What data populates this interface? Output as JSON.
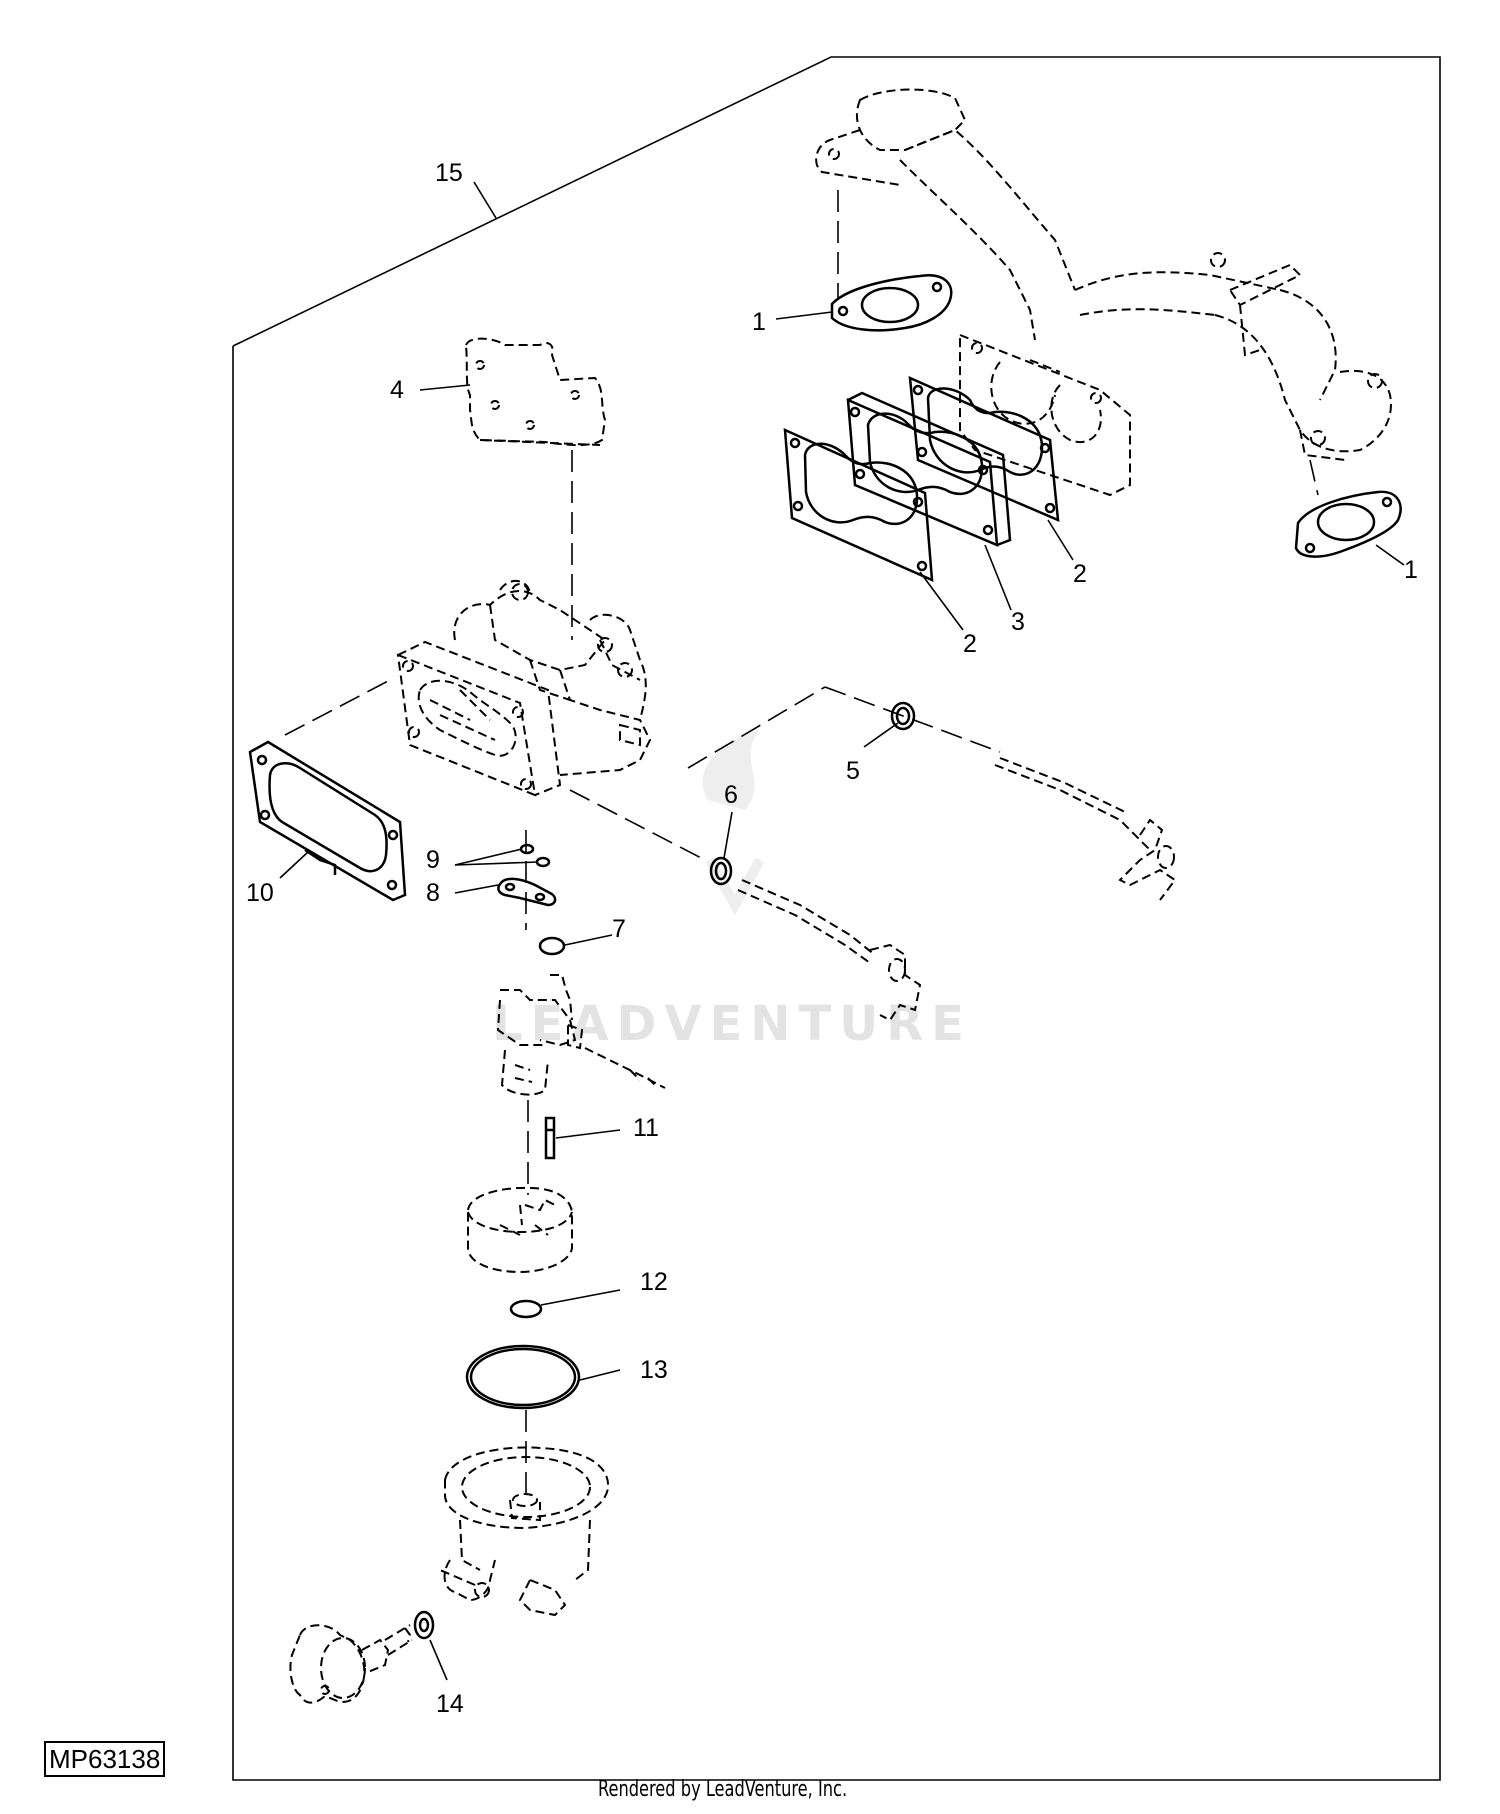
{
  "diagram": {
    "id_label": "MP63138",
    "footer": "Rendered by LeadVenture, Inc.",
    "watermark": "LEADVENTURE",
    "callouts": {
      "c15": "15",
      "c1a": "1",
      "c1b": "1",
      "c2a": "2",
      "c2b": "2",
      "c3": "3",
      "c4": "4",
      "c5": "5",
      "c6": "6",
      "c7": "7",
      "c8": "8",
      "c9": "9",
      "c10": "10",
      "c11": "11",
      "c12": "12",
      "c13": "13",
      "c14": "14"
    }
  }
}
